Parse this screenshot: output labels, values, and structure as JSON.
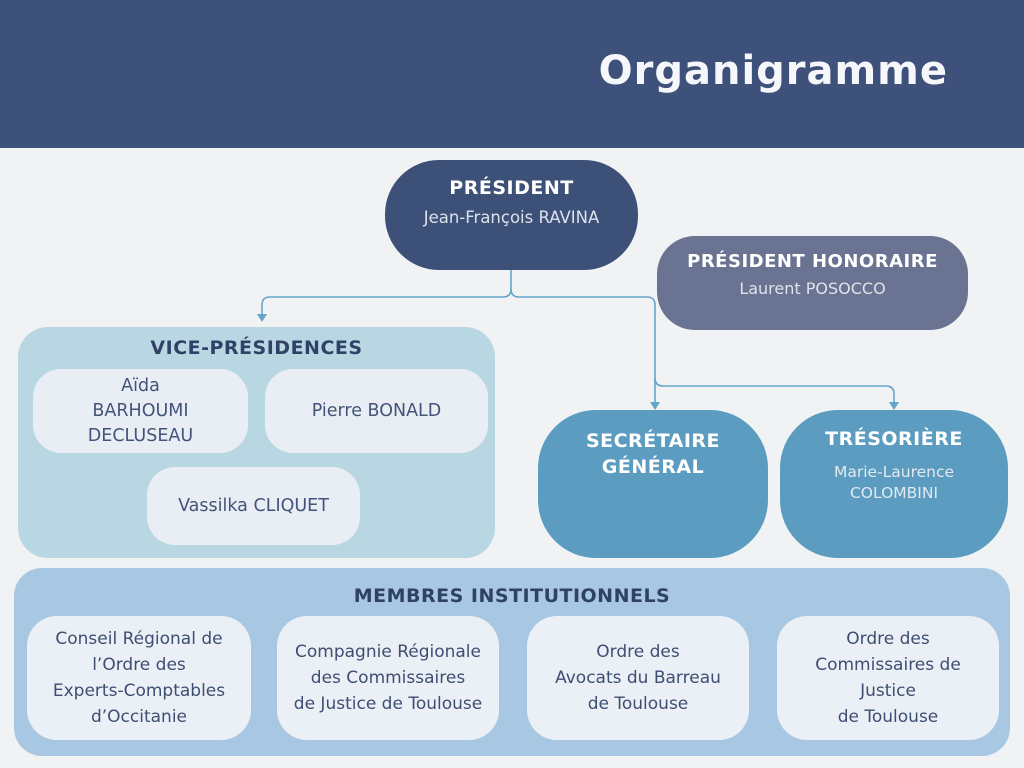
{
  "header": {
    "title": "Organigramme"
  },
  "org": {
    "president": {
      "title": "PRÉSIDENT",
      "name": "Jean-François RAVINA"
    },
    "honorary_president": {
      "title": "PRÉSIDENT HONORAIRE",
      "name": "Laurent POSOCCO"
    },
    "vice_presidencies": {
      "title": "VICE-PRÉSIDENCES",
      "members": [
        "Aïda\nBARHOUMI\nDECLUSEAU",
        "Pierre BONALD",
        "Vassilka CLIQUET"
      ]
    },
    "secretary_general": {
      "title": "SECRÉTAIRE\nGÉNÉRAL"
    },
    "treasurer": {
      "title": "TRÉSORIÈRE",
      "name": "Marie-Laurence\nCOLOMBINI"
    },
    "institutional_members": {
      "title": "MEMBRES INSTITUTIONNELS",
      "members": [
        "Conseil Régional de\nl’Ordre des\nExperts-Comptables\nd’Occitanie",
        "Compagnie Régionale\ndes Commissaires\nde Justice de Toulouse",
        "Ordre des\nAvocats du Barreau\nde Toulouse",
        "Ordre des\nCommissaires de\nJustice\nde Toulouse"
      ]
    }
  },
  "colors": {
    "header_band": "#3e517b",
    "president_box": "#3d5077",
    "honorary_box": "#6a7392",
    "vice_panel": "#b9d7e3",
    "officer_box": "#5b9cc0",
    "members_panel": "#a8c7e2",
    "light_card": "#ebf0f6",
    "connector": "#67a4cb",
    "background": "#f1f2f4",
    "dark_text": "#2f4166"
  }
}
